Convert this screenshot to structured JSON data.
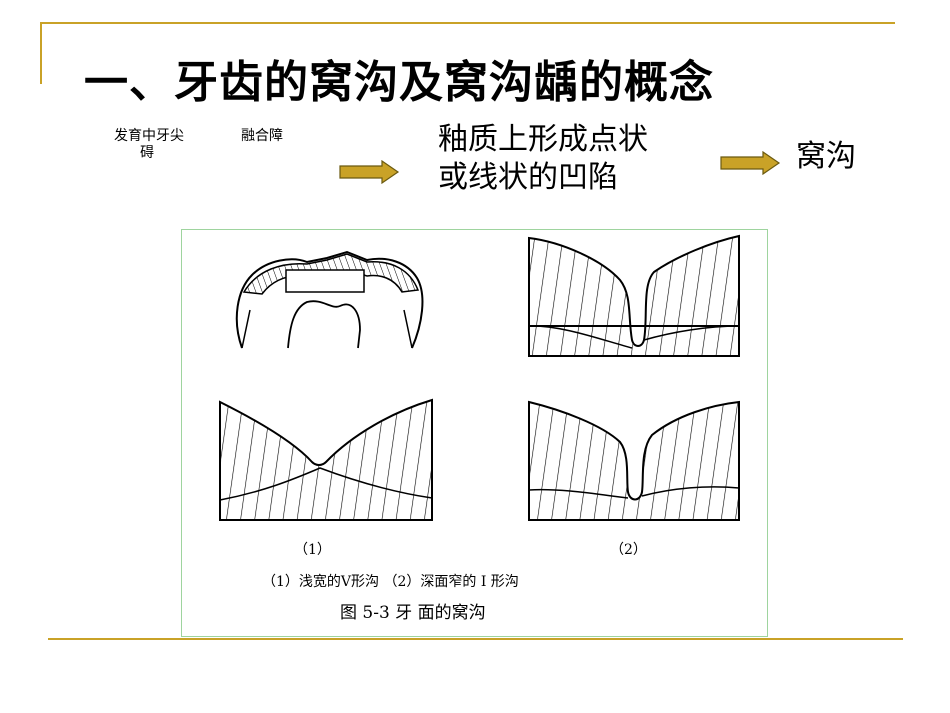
{
  "slide": {
    "title": "一、牙齿的窝沟及窝沟龋的概念",
    "cause_1_line1": "发育中牙尖",
    "cause_1_line2": "碍",
    "cause_2": "融合障",
    "description_line1": "釉质上形成点状",
    "description_line2": "或线状的凹陷",
    "result": "窝沟"
  },
  "figure": {
    "label_1": "（1）",
    "label_2": "（2）",
    "caption_types": "（1）浅宽的V形沟  （2）深面窄的 I 形沟",
    "caption_title": "图 5-3  牙   面的窝沟"
  },
  "colors": {
    "accent_line": "#c9a227",
    "arrow_fill": "#c9a227",
    "figure_border": "#9ed49e"
  }
}
